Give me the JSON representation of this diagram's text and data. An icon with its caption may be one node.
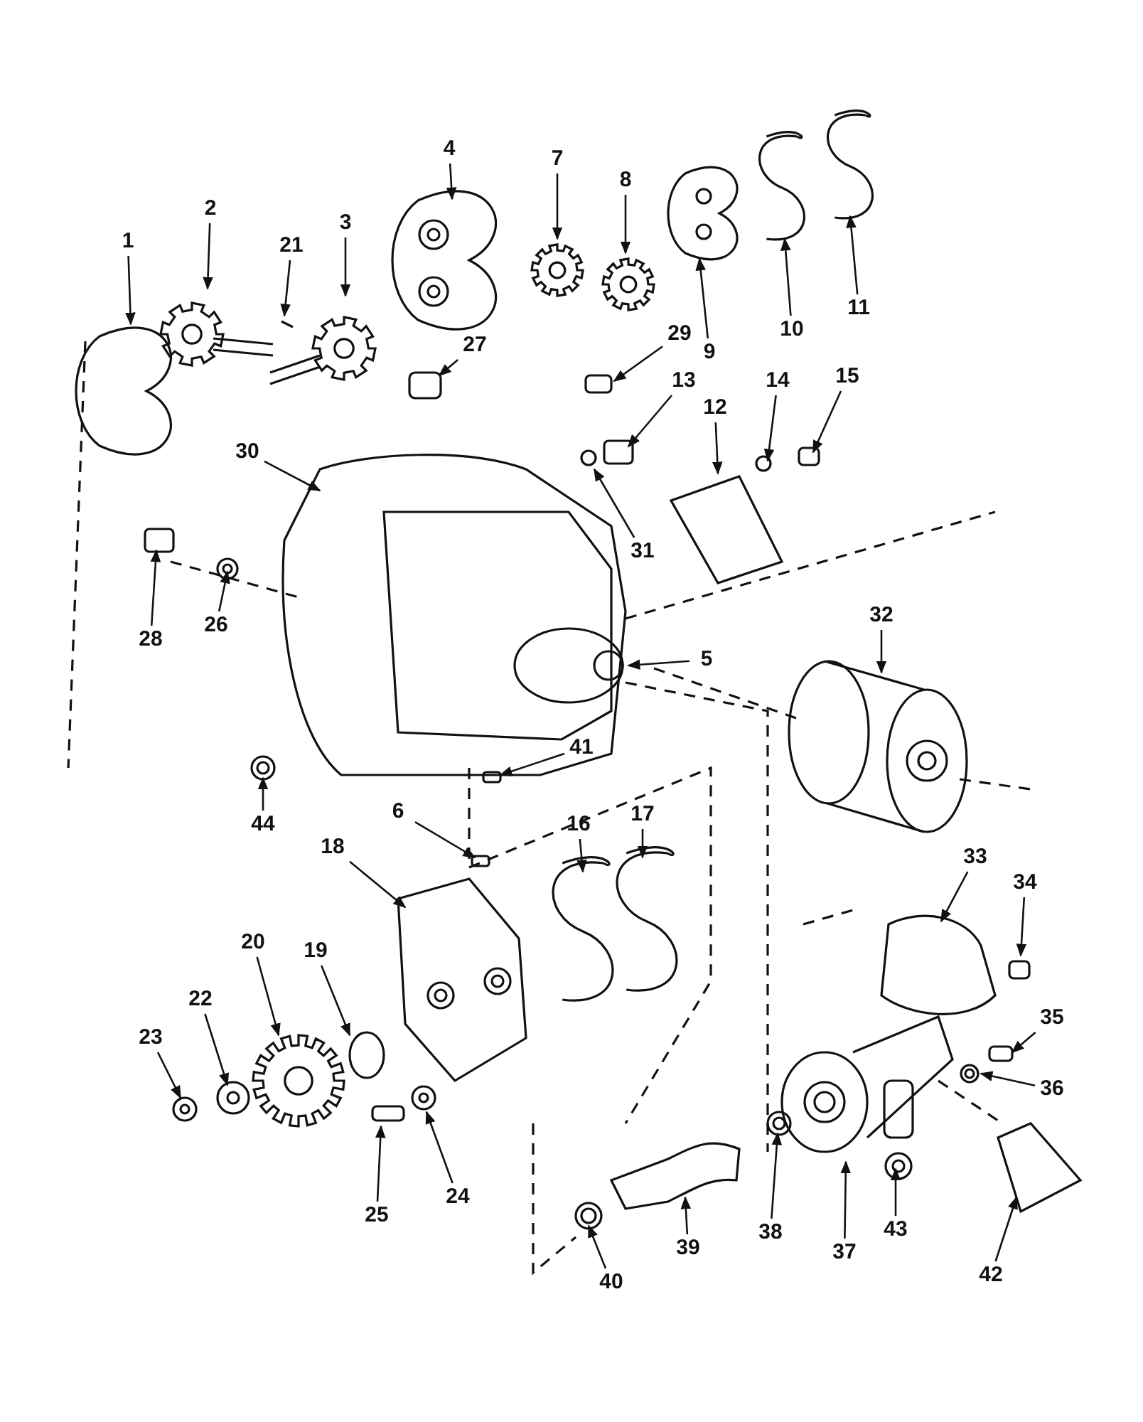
{
  "diagram": {
    "nodes": [
      {
        "text": [
          "4"
        ]
      },
      {
        "text": [
          "7"
        ]
      },
      {
        "text": [
          "8"
        ]
      },
      {
        "text": [
          "2"
        ]
      },
      {
        "text": [
          "3"
        ]
      },
      {
        "text": [
          "1"
        ]
      },
      {
        "text": [
          "21"
        ]
      },
      {
        "text": [
          "11"
        ]
      },
      {
        "text": [
          "10"
        ]
      },
      {
        "text": [
          "29"
        ]
      },
      {
        "text": [
          "9"
        ]
      },
      {
        "text": [
          "27"
        ]
      },
      {
        "text": [
          "15"
        ]
      },
      {
        "text": [
          "13"
        ]
      },
      {
        "text": [
          "14"
        ]
      },
      {
        "text": [
          "12"
        ]
      },
      {
        "text": [
          "30"
        ]
      },
      {
        "text": [
          "31"
        ]
      },
      {
        "text": [
          "26"
        ]
      },
      {
        "text": [
          "32"
        ]
      },
      {
        "text": [
          "28"
        ]
      },
      {
        "text": [
          "5"
        ]
      },
      {
        "text": [
          "41"
        ]
      },
      {
        "text": [
          "6"
        ]
      },
      {
        "text": [
          "17"
        ]
      },
      {
        "text": [
          "44"
        ]
      },
      {
        "text": [
          "16"
        ]
      },
      {
        "text": [
          "18"
        ]
      },
      {
        "text": [
          "33"
        ]
      },
      {
        "text": [
          "34"
        ]
      },
      {
        "text": [
          "20"
        ]
      },
      {
        "text": [
          "19"
        ]
      },
      {
        "text": [
          "22"
        ]
      },
      {
        "text": [
          "35"
        ]
      },
      {
        "text": [
          "23"
        ]
      },
      {
        "text": [
          "36"
        ]
      },
      {
        "text": [
          "24"
        ]
      },
      {
        "text": [
          "25"
        ]
      },
      {
        "text": [
          "43"
        ]
      },
      {
        "text": [
          "38"
        ]
      },
      {
        "text": [
          "39"
        ]
      },
      {
        "text": [
          "37"
        ]
      },
      {
        "text": [
          "42"
        ]
      },
      {
        "text": [
          "40"
        ]
      }
    ],
    "edges": [
      {
        "from": 0,
        "to": null,
        "arrow": "to"
      },
      {
        "from": 1,
        "to": null,
        "arrow": "to"
      },
      {
        "from": 2,
        "to": null,
        "arrow": "to"
      },
      {
        "from": 3,
        "to": null,
        "arrow": "to"
      },
      {
        "from": 4,
        "to": null,
        "arrow": "to"
      },
      {
        "from": 5,
        "to": null,
        "arrow": "to"
      },
      {
        "from": 6,
        "to": null,
        "arrow": "to"
      },
      {
        "from": 7,
        "to": null,
        "arrow": "to"
      },
      {
        "from": 8,
        "to": null,
        "arrow": "to"
      },
      {
        "from": 9,
        "to": null,
        "arrow": "to"
      },
      {
        "from": 10,
        "to": null,
        "arrow": "to"
      },
      {
        "from": 11,
        "to": null,
        "arrow": "to"
      },
      {
        "from": 12,
        "to": null,
        "arrow": "to"
      },
      {
        "from": 13,
        "to": null,
        "arrow": "to"
      },
      {
        "from": 14,
        "to": null,
        "arrow": "to"
      },
      {
        "from": 15,
        "to": null,
        "arrow": "to"
      },
      {
        "from": 16,
        "to": null,
        "arrow": "to"
      },
      {
        "from": 17,
        "to": null,
        "arrow": "to"
      },
      {
        "from": 18,
        "to": null,
        "arrow": "to"
      },
      {
        "from": 19,
        "to": null,
        "arrow": "to"
      },
      {
        "from": 20,
        "to": null,
        "arrow": "to"
      },
      {
        "from": 21,
        "to": null,
        "arrow": "to"
      },
      {
        "from": 22,
        "to": null,
        "arrow": "to"
      },
      {
        "from": 23,
        "to": null,
        "arrow": "to"
      },
      {
        "from": 24,
        "to": null,
        "arrow": "to"
      },
      {
        "from": 25,
        "to": null,
        "arrow": "to"
      },
      {
        "from": 26,
        "to": null,
        "arrow": "to"
      },
      {
        "from": 27,
        "to": null,
        "arrow": "to"
      },
      {
        "from": 28,
        "to": null,
        "arrow": "to"
      },
      {
        "from": 29,
        "to": null,
        "arrow": "to"
      },
      {
        "from": 30,
        "to": null,
        "arrow": "to"
      },
      {
        "from": 31,
        "to": null,
        "arrow": "to"
      },
      {
        "from": 32,
        "to": null,
        "arrow": "to"
      },
      {
        "from": 33,
        "to": null,
        "arrow": "to"
      },
      {
        "from": 34,
        "to": null,
        "arrow": "to"
      },
      {
        "from": 35,
        "to": null,
        "arrow": "to"
      },
      {
        "from": 36,
        "to": null,
        "arrow": "to"
      },
      {
        "from": 37,
        "to": null,
        "arrow": "to"
      },
      {
        "from": 38,
        "to": null,
        "arrow": "to"
      },
      {
        "from": 39,
        "to": null,
        "arrow": "to"
      },
      {
        "from": 40,
        "to": null,
        "arrow": "to"
      },
      {
        "from": 41,
        "to": null,
        "arrow": "to"
      },
      {
        "from": 42,
        "to": null,
        "arrow": "to"
      },
      {
        "from": 43,
        "to": null,
        "arrow": "to"
      }
    ]
  }
}
